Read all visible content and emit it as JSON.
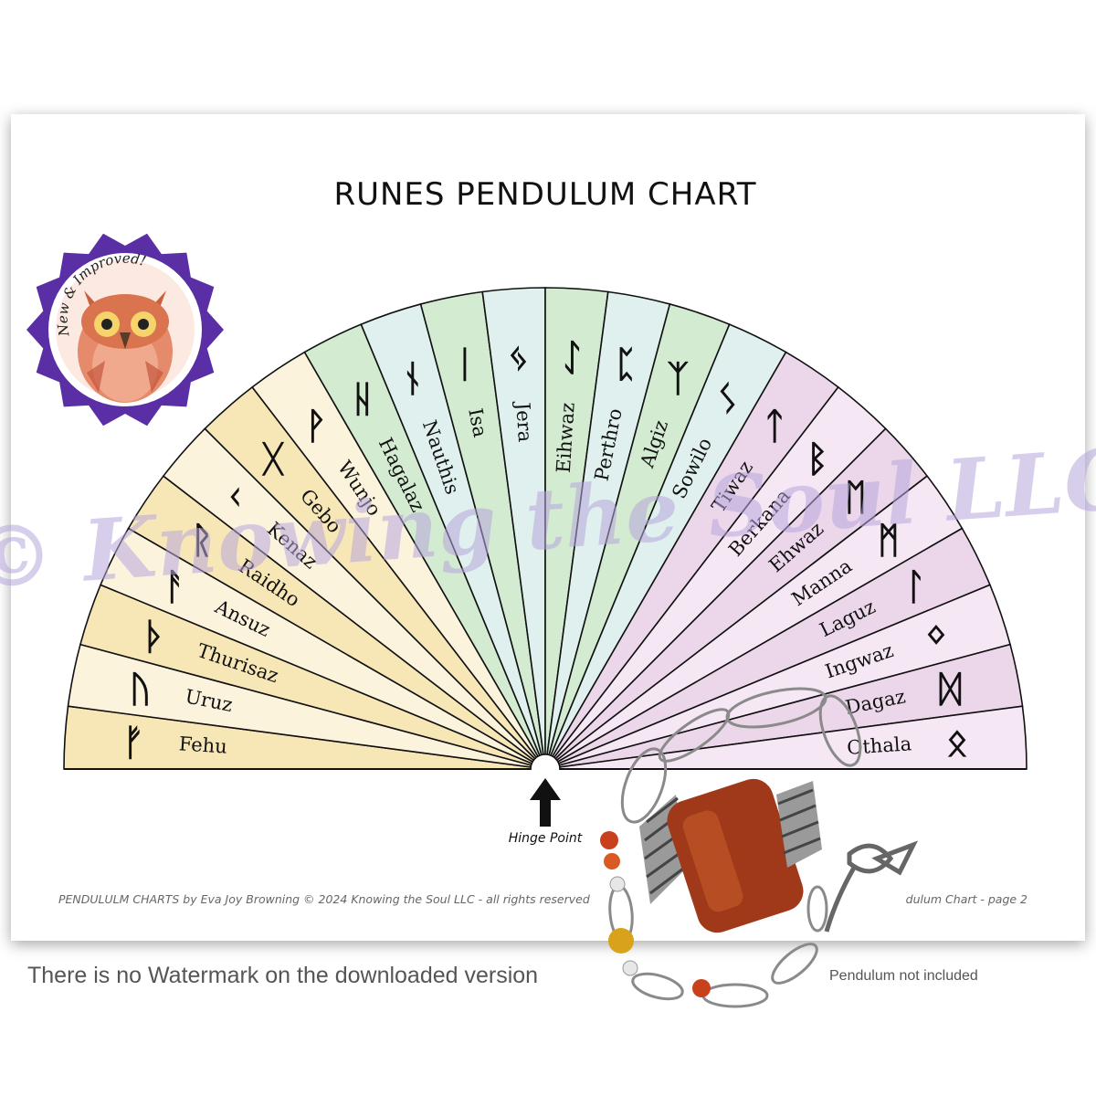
{
  "title": "RUNES PENDULUM CHART",
  "runes": [
    {
      "glyph": "ᚠ",
      "name": "Fehu"
    },
    {
      "glyph": "ᚢ",
      "name": "Uruz"
    },
    {
      "glyph": "ᚦ",
      "name": "Thurisaz"
    },
    {
      "glyph": "ᚨ",
      "name": "Ansuz"
    },
    {
      "glyph": "ᚱ",
      "name": "Raidho"
    },
    {
      "glyph": "ᚲ",
      "name": "Kenaz"
    },
    {
      "glyph": "ᚷ",
      "name": "Gebo"
    },
    {
      "glyph": "ᚹ",
      "name": "Wunjo"
    },
    {
      "glyph": "ᚺ",
      "name": "Hagalaz"
    },
    {
      "glyph": "ᚾ",
      "name": "Nauthis"
    },
    {
      "glyph": "ᛁ",
      "name": "Isa"
    },
    {
      "glyph": "ᛃ",
      "name": "Jera"
    },
    {
      "glyph": "ᛇ",
      "name": "Eihwaz"
    },
    {
      "glyph": "ᛈ",
      "name": "Perthro"
    },
    {
      "glyph": "ᛉ",
      "name": "Algiz"
    },
    {
      "glyph": "ᛊ",
      "name": "Sowilo"
    },
    {
      "glyph": "ᛏ",
      "name": "Tiwaz"
    },
    {
      "glyph": "ᛒ",
      "name": "Berkana"
    },
    {
      "glyph": "ᛖ",
      "name": "Ehwaz"
    },
    {
      "glyph": "ᛗ",
      "name": "Manna"
    },
    {
      "glyph": "ᛚ",
      "name": "Laguz"
    },
    {
      "glyph": "ᛜ",
      "name": "Ingwaz"
    },
    {
      "glyph": "ᛞ",
      "name": "Dagaz"
    },
    {
      "glyph": "ᛟ",
      "name": "Othala"
    }
  ],
  "colors": {
    "yellow_dark": "#f8e7b6",
    "yellow_light": "#fcf3dd",
    "green_dark": "#d3ebd1",
    "green_light": "#dff0ee",
    "purple_dark": "#ecd7ea",
    "purple_light": "#f5e7f3",
    "badge": "#5a2fa6",
    "watermark": "#b7a6dd"
  },
  "hinge_label": "Hinge Point",
  "footer_left": "PENDULULM CHARTS by Eva Joy Browning  © 2024 Knowing the Soul LLC -  all rights reserved",
  "footer_right": "dulum Chart - page 2",
  "watermark": "© Knowing the Soul LLC",
  "badge_text": "New & Improved!",
  "note_left": "There is no Watermark on the downloaded version",
  "note_right": "Pendulum not included"
}
